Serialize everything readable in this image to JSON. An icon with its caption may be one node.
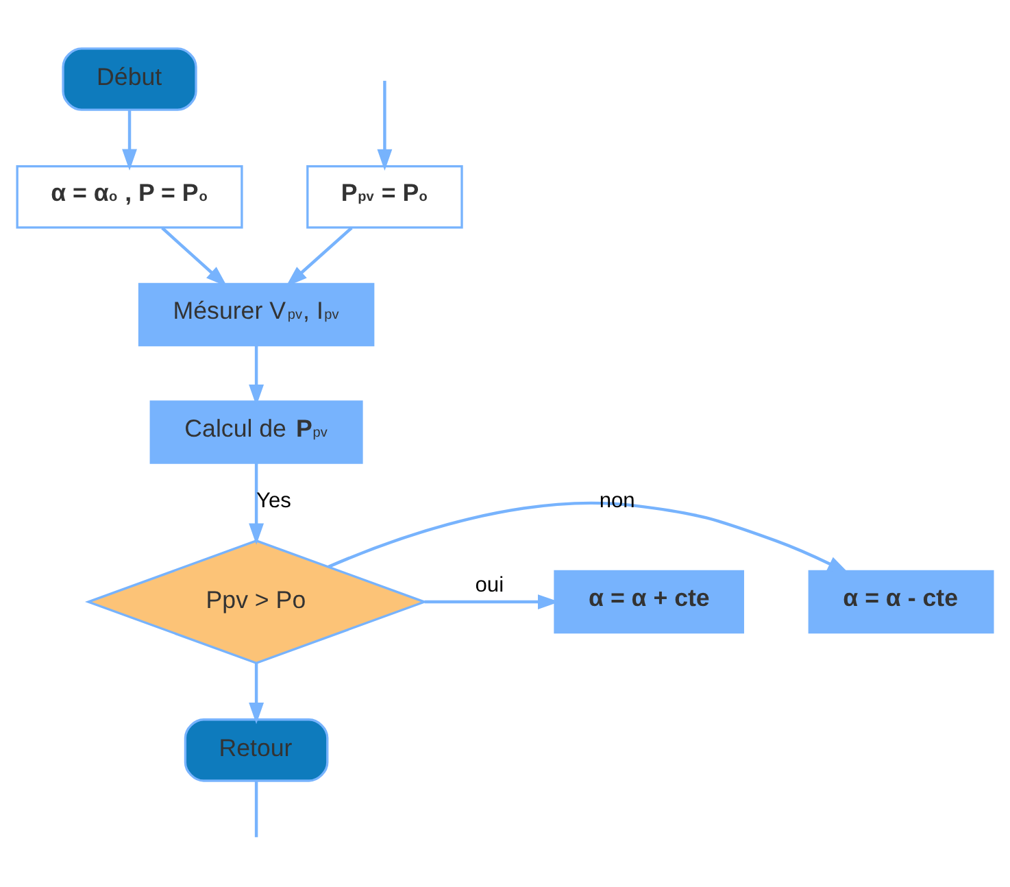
{
  "diagram": {
    "nodes": [
      {
        "text": [
          "Début"
        ]
      },
      {
        "text": [
          "α = α$_{o}$ , P = P$_{o}$"
        ]
      },
      {
        "text": [
          "P$_{pv}$ = P$_{o}$"
        ]
      },
      {
        "text": [
          "Mésurer V$_{pv}$, I$_{pv}$"
        ]
      },
      {
        "text": [
          "Calcul de **P**$_{pv}$"
        ]
      },
      {
        "text": [
          "Ppv > Po"
        ]
      },
      {
        "text": [
          "α = α - cte"
        ]
      },
      {
        "text": [
          "α = α + cte"
        ]
      },
      {
        "text": [
          "Retour"
        ]
      }
    ],
    "edges": [
      {
        "from": 0,
        "to": 1,
        "arrow": "to"
      },
      {
        "from": 1,
        "to": 3,
        "arrow": "to"
      },
      {
        "from": 2,
        "to": 3,
        "arrow": "to"
      },
      {
        "from": 3,
        "to": 4,
        "arrow": "to"
      },
      {
        "from": 4,
        "to": 5,
        "arrow": "to",
        "label": "Yes"
      },
      {
        "from": 5,
        "to": 6,
        "arrow": "to",
        "label": "non"
      },
      {
        "from": 5,
        "to": 7,
        "arrow": "to",
        "label": "oui"
      },
      {
        "from": 5,
        "to": 8,
        "arrow": "to"
      },
      {
        "from": 8,
        "to": null,
        "arrow": "none"
      },
      {
        "from": null,
        "to": 2,
        "arrow": "to"
      }
    ]
  }
}
